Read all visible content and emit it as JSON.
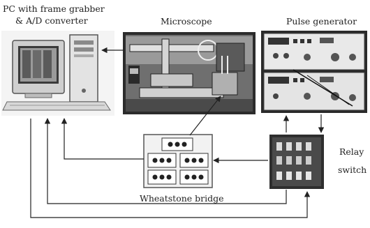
{
  "labels": {
    "pc_line1": "PC with frame grabber",
    "pc_line2": "& A/D converter",
    "microscope": "Microscope",
    "pulse_generator": "Pulse generator",
    "relay_line1": "Relay",
    "relay_line2": "switch",
    "wheatstone": "Wheatstone bridge"
  }
}
